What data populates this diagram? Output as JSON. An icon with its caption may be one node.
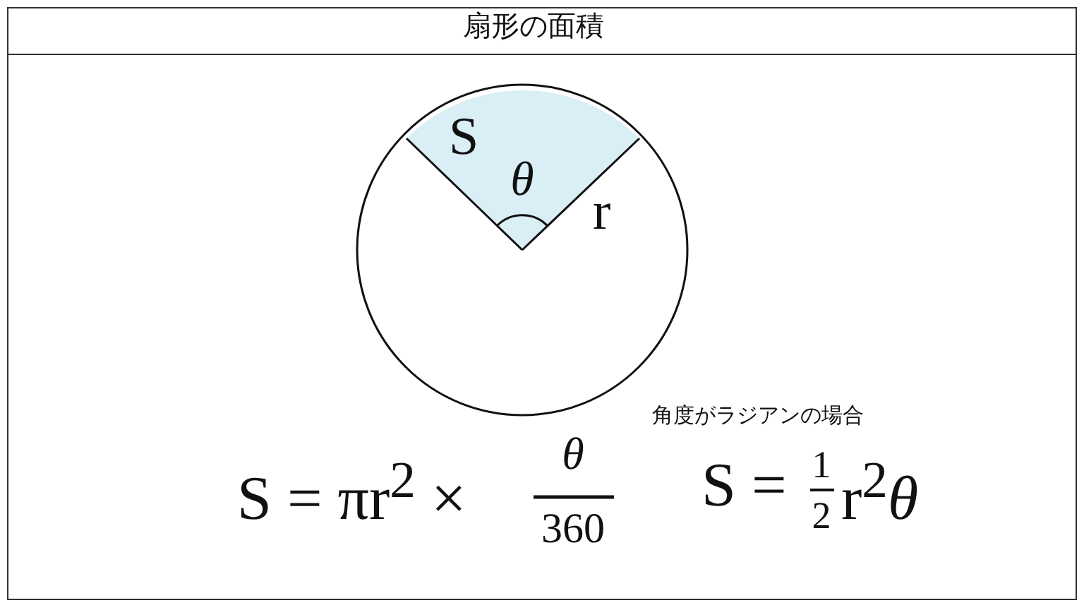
{
  "diagram": {
    "title": "扇形の面積",
    "labels": [
      "S",
      "θ",
      "r",
      "角度がラジアンの場合",
      "S = πr$^{2}$ ×",
      "θ",
      "360",
      "S =",
      "1",
      "2",
      "r$^{2}$*θ*"
    ]
  }
}
